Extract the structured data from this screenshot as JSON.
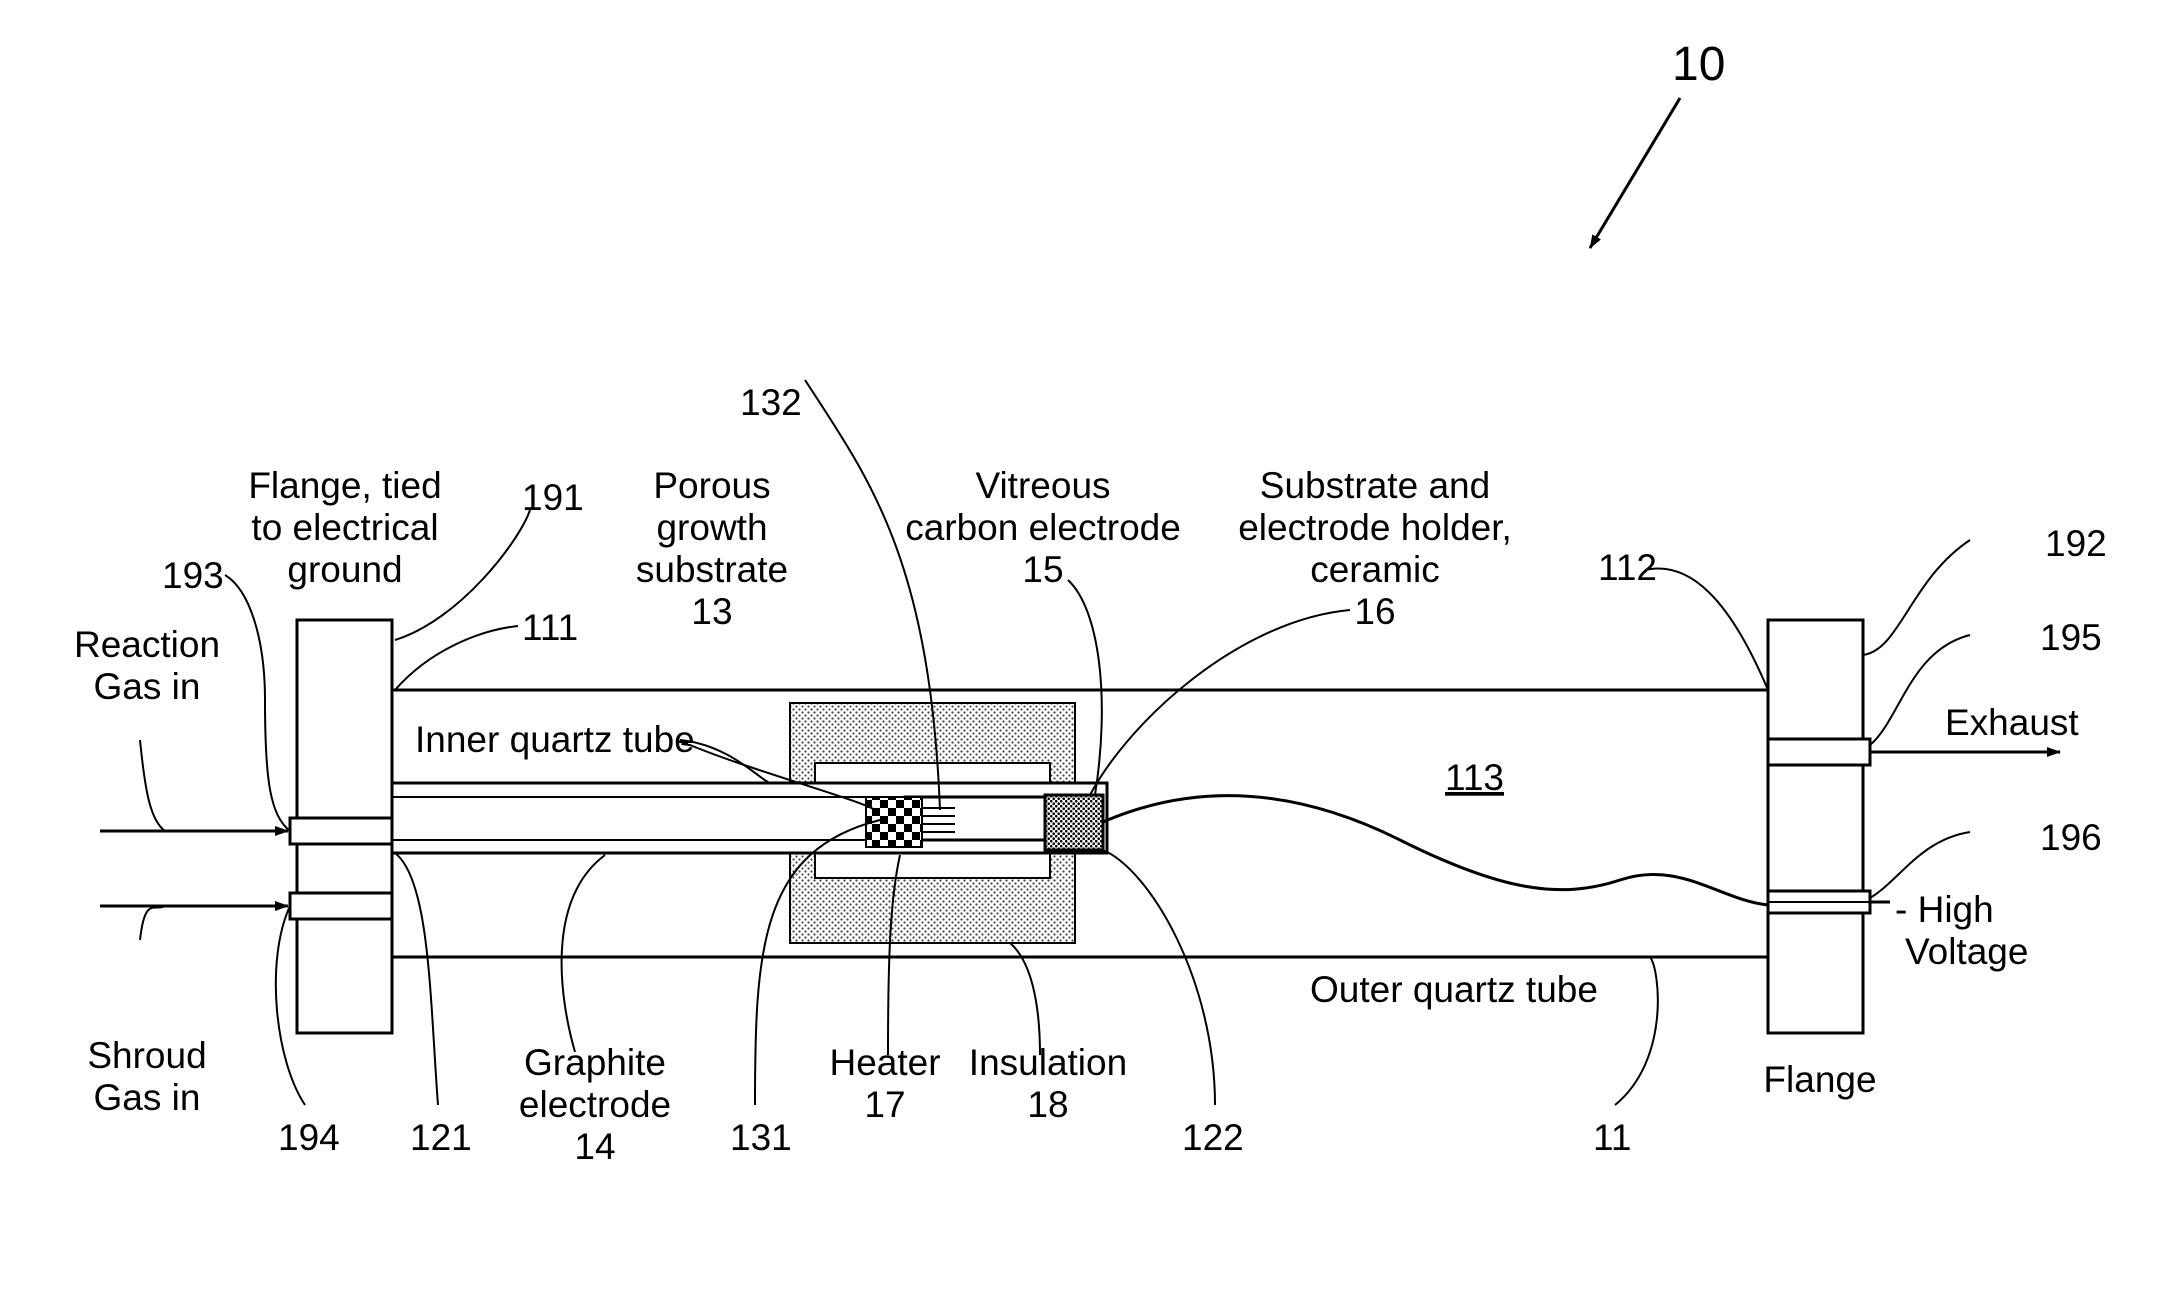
{
  "figure": {
    "ref_main": "10",
    "labels": {
      "flange_left": [
        "Flange, tied",
        "to electrical",
        "ground"
      ],
      "reaction_gas": [
        "Reaction",
        "Gas in"
      ],
      "shroud_gas": [
        "Shroud",
        "Gas in"
      ],
      "porous_substrate": [
        "Porous",
        "growth",
        "substrate",
        "13"
      ],
      "vitreous_electrode": [
        "Vitreous",
        "carbon electrode",
        "15"
      ],
      "holder": [
        "Substrate and",
        "electrode holder,",
        "ceramic",
        "16"
      ],
      "inner_tube": "Inner quartz tube",
      "graphite_electrode": [
        "Graphite",
        "electrode",
        "14"
      ],
      "heater": [
        "Heater",
        "17"
      ],
      "insulation": [
        "Insulation",
        "18"
      ],
      "outer_tube": "Outer quartz tube",
      "exhaust": "Exhaust",
      "high_voltage": [
        "- High",
        "Voltage"
      ],
      "flange_right": "Flange",
      "region": "113"
    },
    "refs": {
      "r191": "191",
      "r192": "192",
      "r193": "193",
      "r194": "194",
      "r195": "195",
      "r196": "196",
      "r111": "111",
      "r112": "112",
      "r121": "121",
      "r122": "122",
      "r131": "131",
      "r132": "132",
      "r11": "11"
    }
  }
}
